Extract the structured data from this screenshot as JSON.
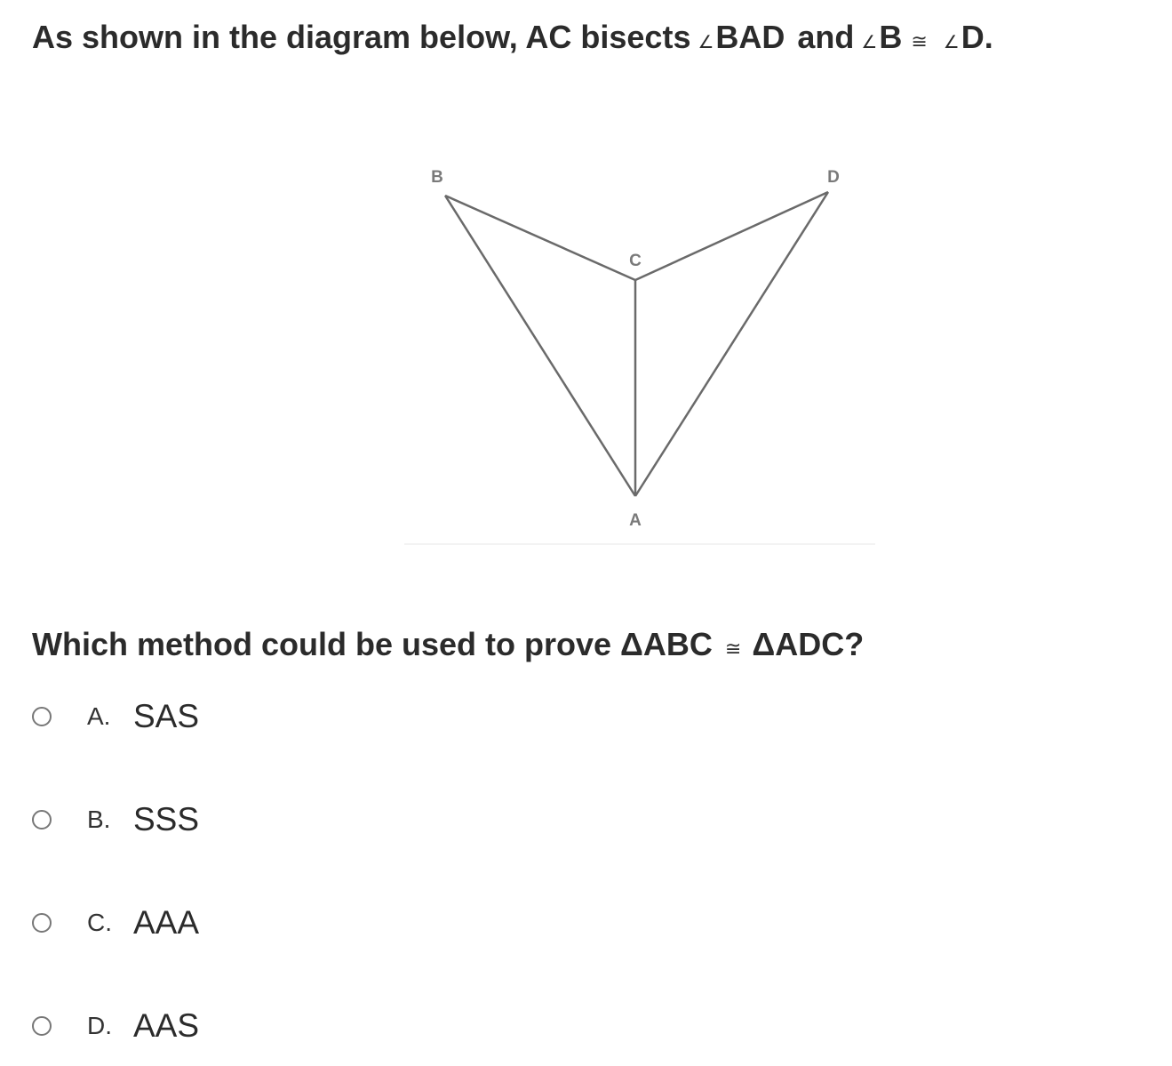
{
  "question": {
    "header": {
      "part1": "As shown in the diagram below, AC bisects",
      "angle_symbol": "∠",
      "angle1": "BAD",
      "and": "and",
      "angle2": "B",
      "congruent": "≅",
      "angle3": "D."
    },
    "text": {
      "part1": "Which method could be used to prove ΔABC",
      "congruent": "≅",
      "part2": "ΔADC?"
    }
  },
  "figure": {
    "labels": {
      "A": "A",
      "B": "B",
      "C": "C",
      "D": "D"
    },
    "line_color": "#6a6a6a",
    "label_color": "#7a7a7a"
  },
  "choices": [
    {
      "letter": "A.",
      "text": "SAS"
    },
    {
      "letter": "B.",
      "text": "SSS"
    },
    {
      "letter": "C.",
      "text": "AAA"
    },
    {
      "letter": "D.",
      "text": "AAS"
    }
  ]
}
